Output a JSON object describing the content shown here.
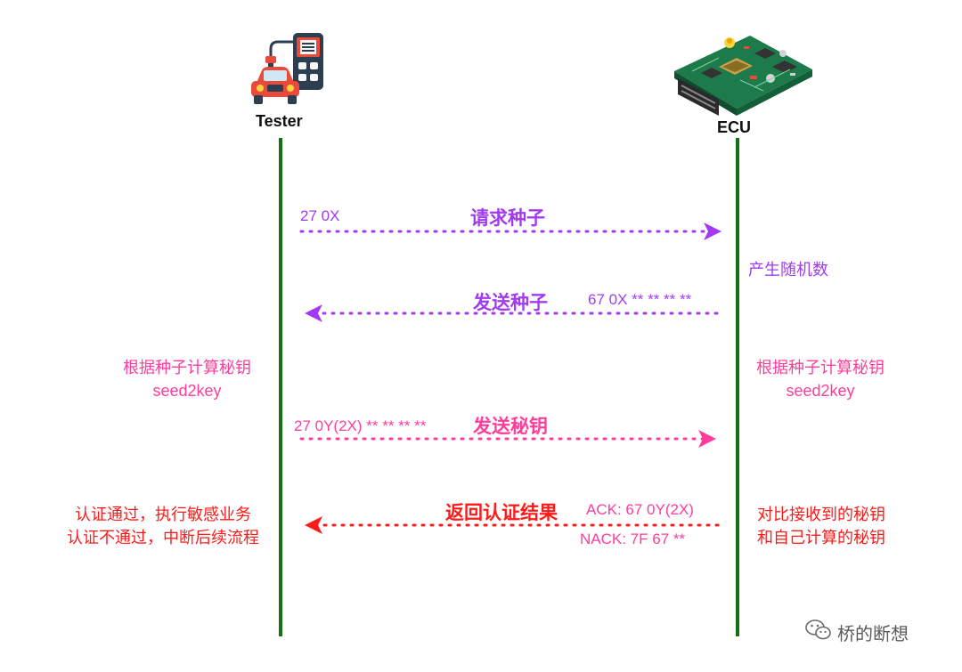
{
  "colors": {
    "lifeline": "#1a6e1a",
    "purple": "#a23bf0",
    "pink": "#ff3e9b",
    "red": "#ff1a1a",
    "black": "#111111",
    "gray": "#5a5a5a"
  },
  "actors": {
    "tester": {
      "label": "Tester",
      "icon": "diagnostic-tester-car-icon"
    },
    "ecu": {
      "label": "ECU",
      "icon": "ecu-circuit-board-icon"
    }
  },
  "messages": [
    {
      "direction": "tester-to-ecu",
      "title": "请求种子",
      "code": "27 0X",
      "color": "purple"
    },
    {
      "direction": "ecu-to-tester",
      "title": "发送种子",
      "code": "67 0X ** ** ** **",
      "color": "purple"
    },
    {
      "direction": "tester-to-ecu",
      "title": "发送秘钥",
      "code": "27 0Y(2X) ** ** ** **",
      "color": "pink"
    },
    {
      "direction": "ecu-to-tester",
      "title": "返回认证结果",
      "code": "ACK: 67 0Y(2X)",
      "code2": "NACK: 7F 67 **",
      "color": "red"
    }
  ],
  "notes": {
    "ecu_generate": "产生随机数",
    "tester_calc": [
      "根据种子计算秘钥",
      "seed2key"
    ],
    "ecu_calc": [
      "根据种子计算秘钥",
      "seed2key"
    ],
    "tester_result": [
      "认证通过，执行敏感业务",
      "认证不通过，中断后续流程"
    ],
    "ecu_compare": [
      "对比接收到的秘钥",
      "和自己计算的秘钥"
    ]
  },
  "watermark": {
    "text": "桥的断想",
    "icon": "wechat-icon"
  }
}
